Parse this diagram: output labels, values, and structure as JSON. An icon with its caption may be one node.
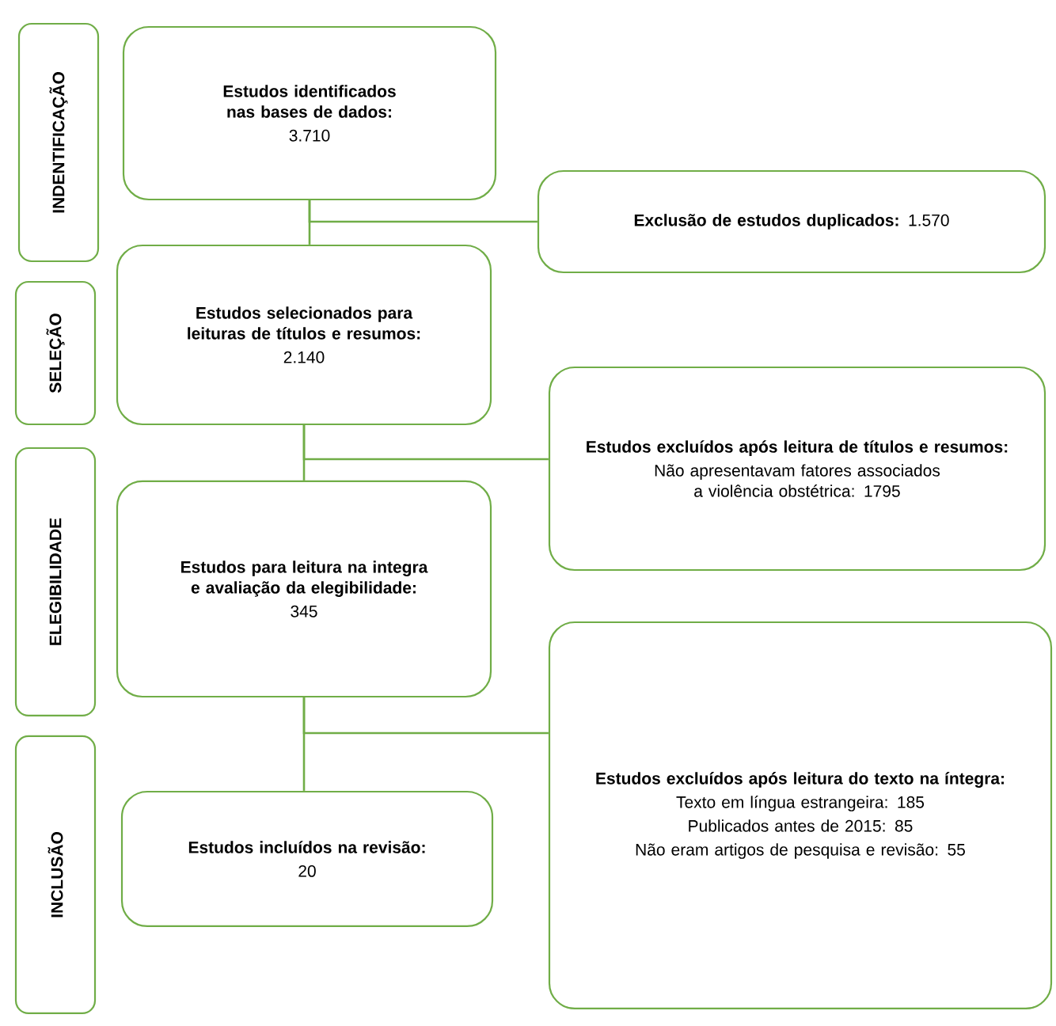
{
  "diagram": {
    "nodes": [
      {
        "text": [
          "INDENTIFICAÇÃO"
        ]
      },
      {
        "text": [
          "Estudos identificados nas bases de dados:",
          "3.710"
        ]
      },
      {
        "text": [
          "**Exclusão de estudos duplicados:** 1.570"
        ]
      },
      {
        "text": [
          "SELEÇÃO"
        ]
      },
      {
        "text": [
          "Estudos selecionados para leituras de títulos e resumos:",
          "2.140"
        ]
      },
      {
        "text": [
          "Estudos excluídos após leitura de títulos e resumos:",
          "Não apresentavam fatores associados a violência obstétrica: 1795"
        ]
      },
      {
        "text": [
          "ELEGIBILIDADE"
        ]
      },
      {
        "text": [
          "Estudos para leitura na integra e avaliação da elegibilidade:",
          "345"
        ]
      },
      {
        "text": [
          "Estudos excluídos após leitura do texto na íntegra:",
          "Texto em língua estrangeira: 185",
          "Publicados antes de 2015: 85",
          "Não eram artigos de pesquisa e revisão: 55"
        ]
      },
      {
        "text": [
          "INCLUSÃO"
        ]
      },
      {
        "text": [
          "Estudos incluídos na revisão:",
          "20"
        ]
      }
    ],
    "edges": [
      {
        "from": 1,
        "to": 4,
        "arrow": "none"
      },
      {
        "from": 1,
        "to": 2,
        "arrow": "none"
      },
      {
        "from": 4,
        "to": 7,
        "arrow": "none"
      },
      {
        "from": 4,
        "to": 5,
        "arrow": "none"
      },
      {
        "from": 7,
        "to": 10,
        "arrow": "none"
      },
      {
        "from": 7,
        "to": 8,
        "arrow": "none"
      }
    ]
  }
}
